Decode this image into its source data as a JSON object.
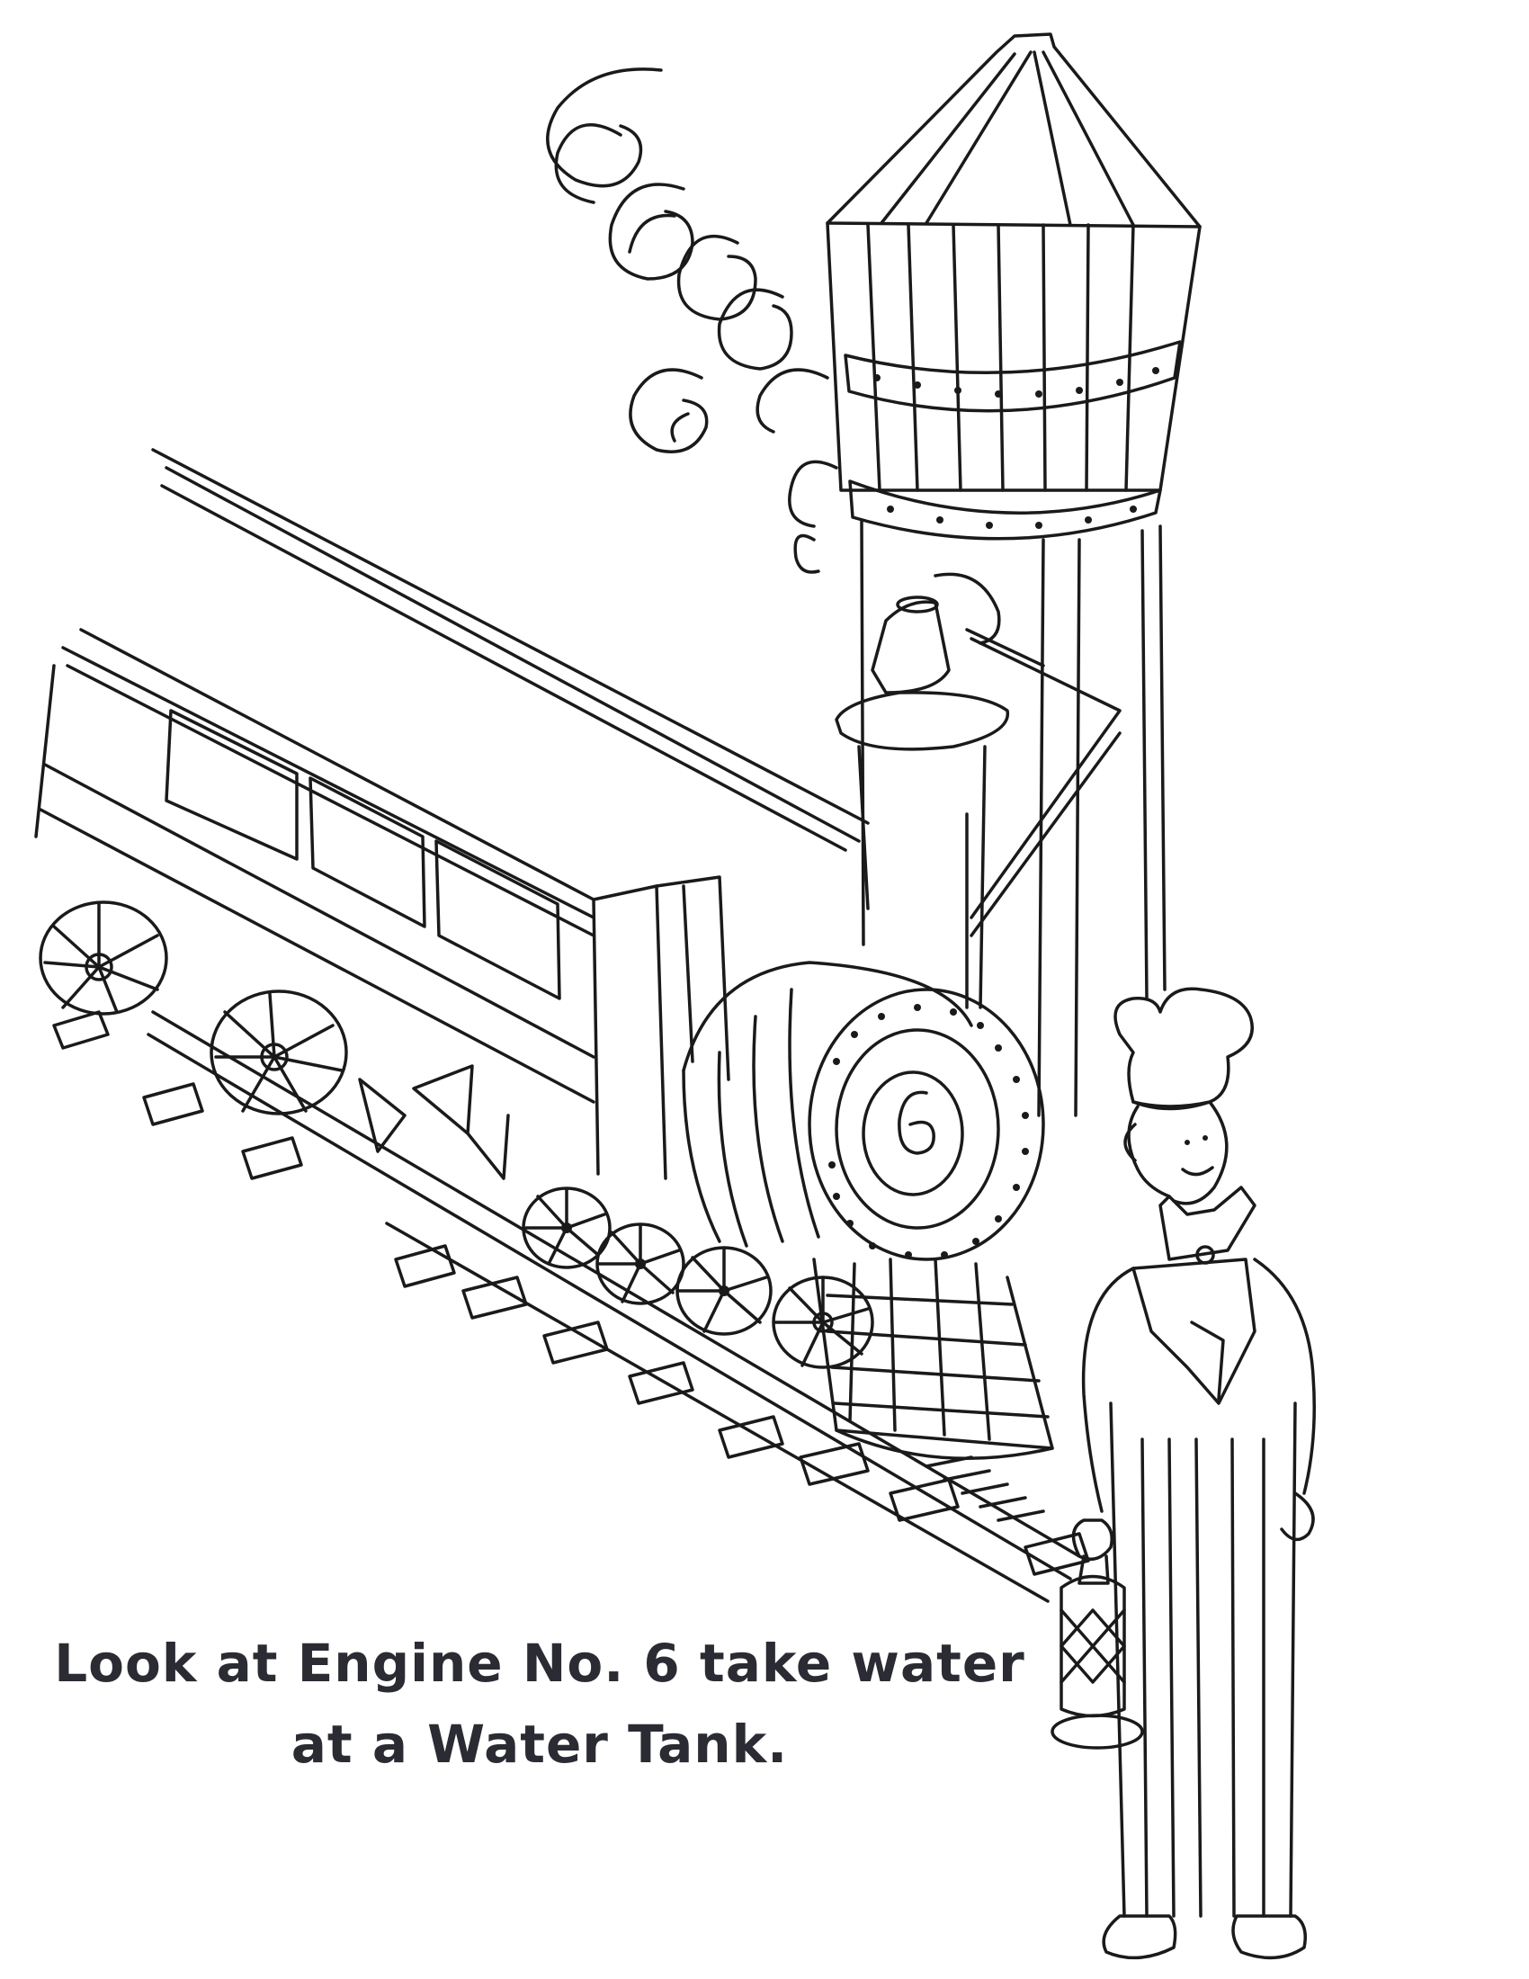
{
  "caption": {
    "line_1": "Look at Engine No. 6 take water",
    "line_2": "at a Water Tank."
  },
  "drawing": {
    "engine_number": "6",
    "subjects": [
      "steam-engine",
      "water-tank",
      "railroad-track",
      "railroad-worker"
    ],
    "line_color": "#1a1a1a",
    "caption_color": "#2b2b33"
  }
}
